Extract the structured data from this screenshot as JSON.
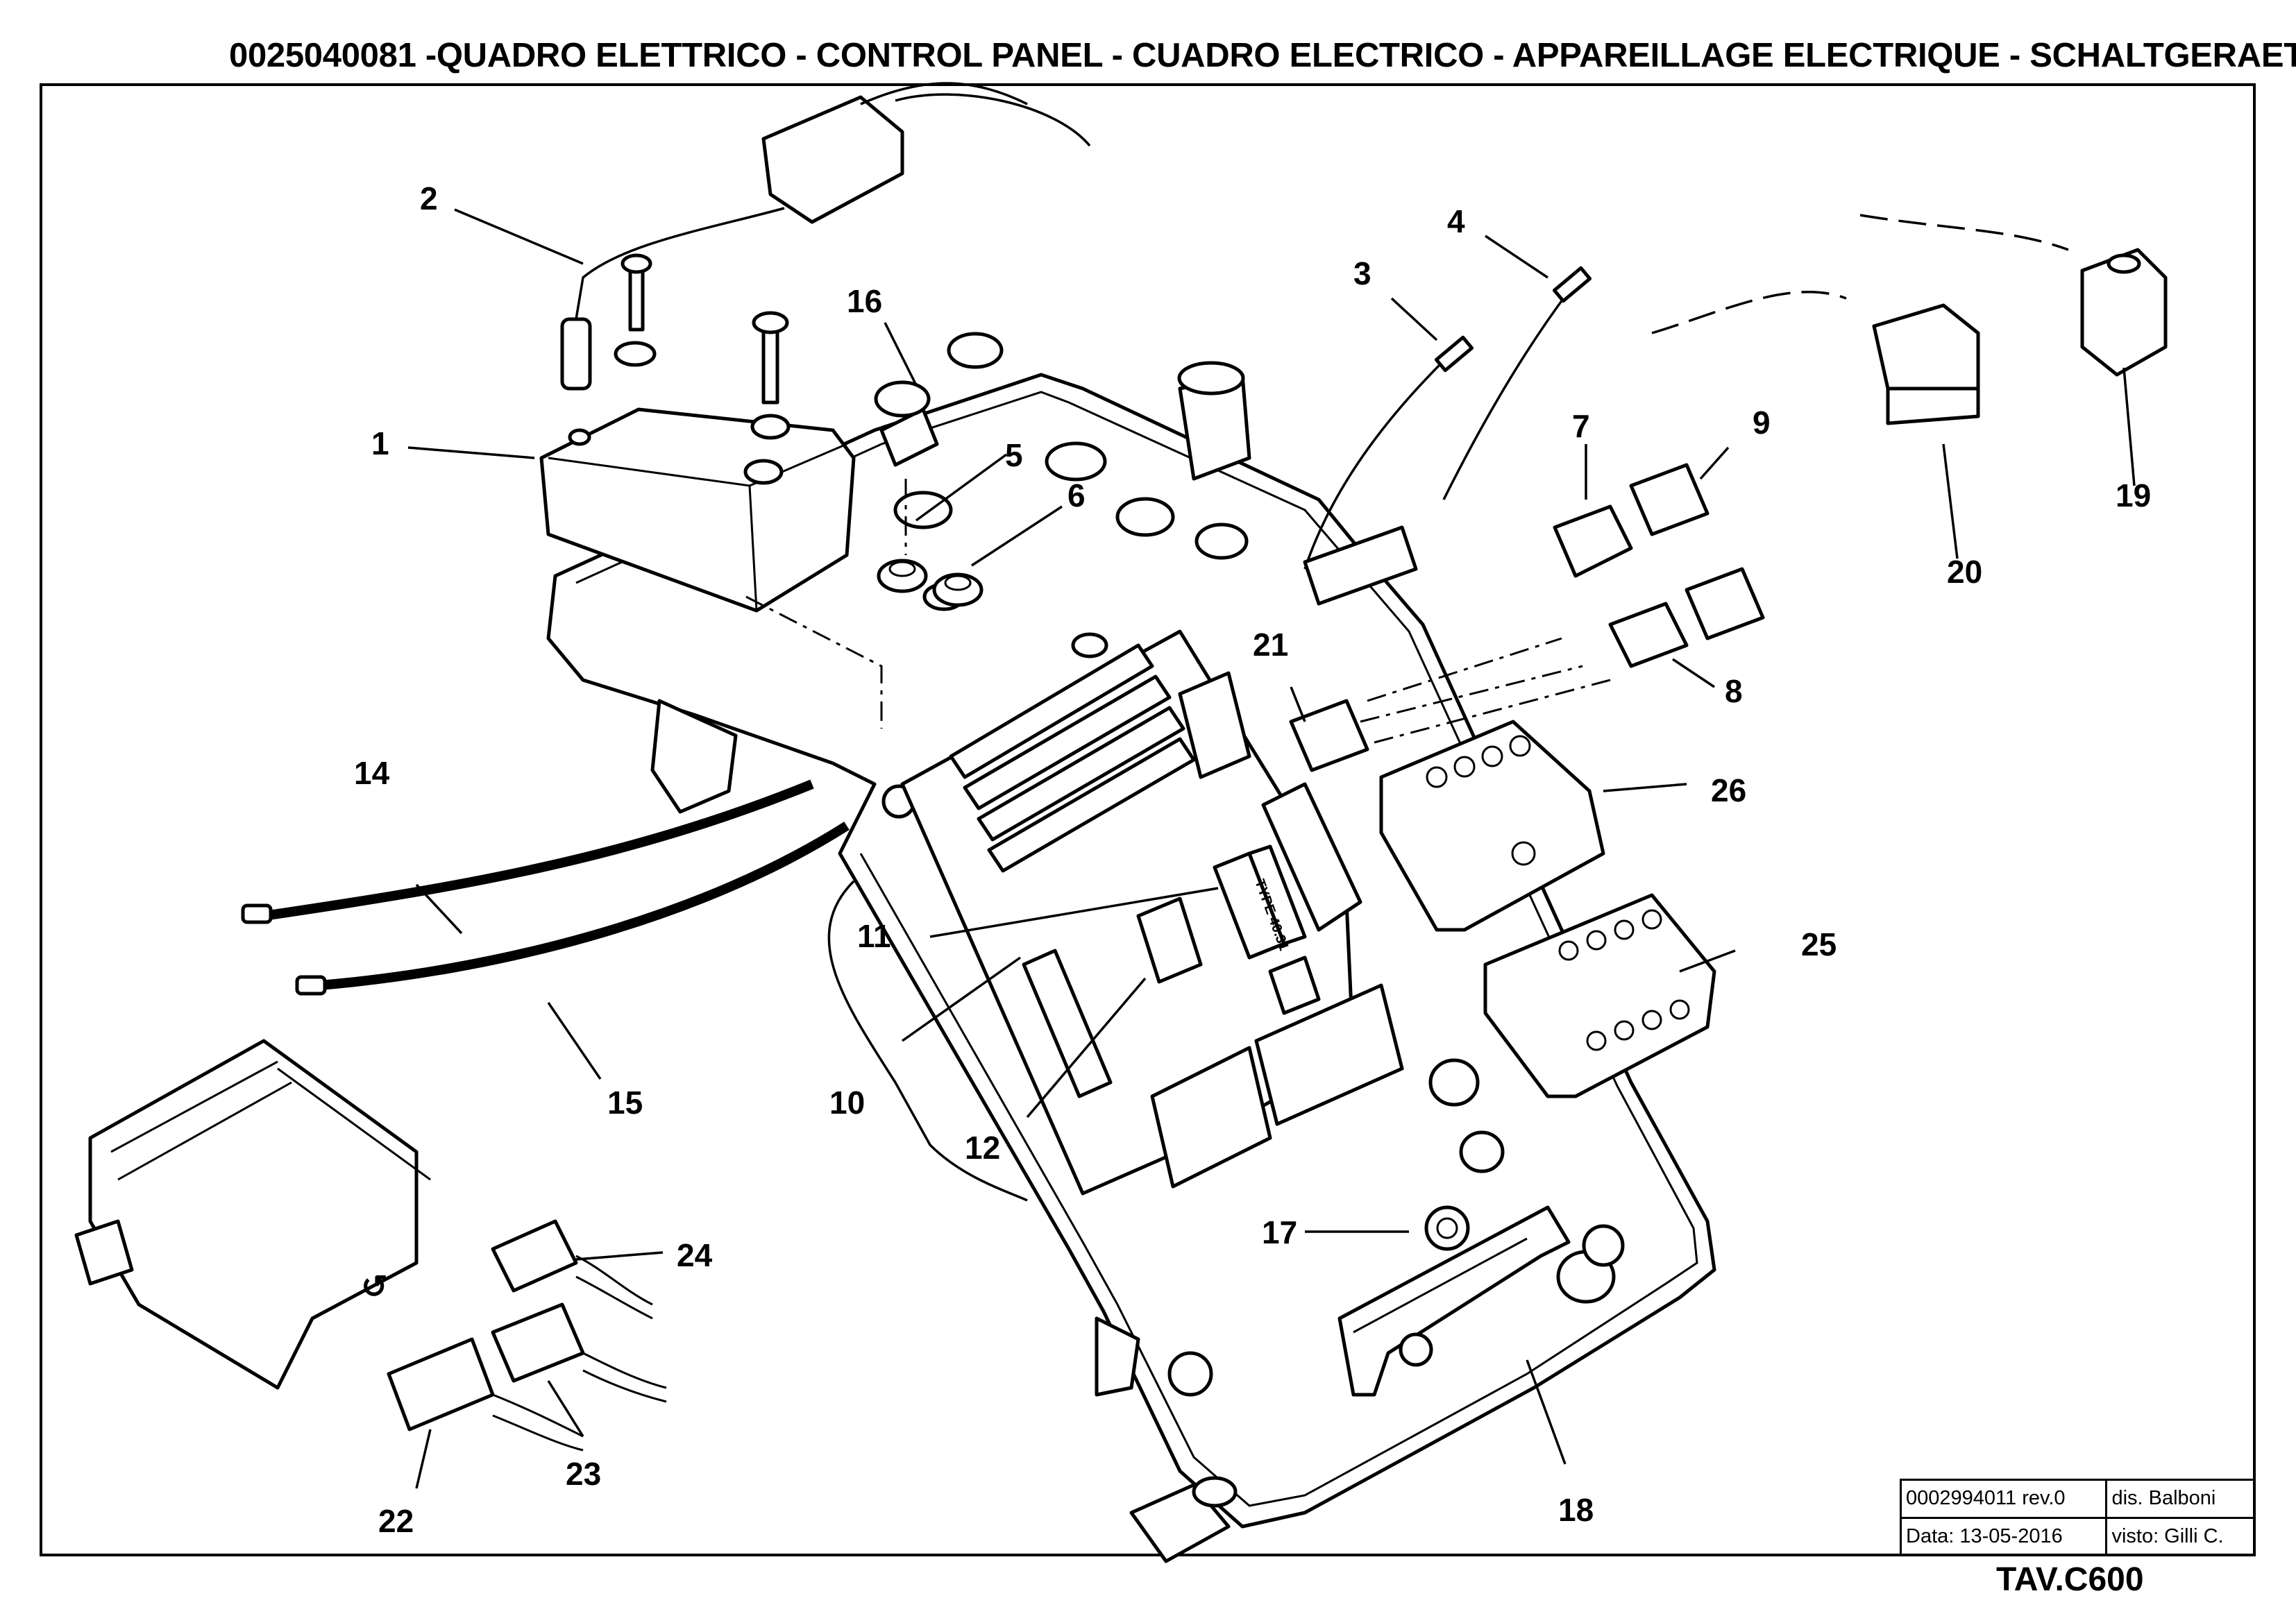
{
  "header": {
    "title": "0025040081 -QUADRO ELETTRICO - CONTROL PANEL - CUADRO ELECTRICO - APPAREILLAGE ELECTRIQUE - SCHALTGERAETE"
  },
  "diagram": {
    "callouts": [
      {
        "id": "c1",
        "label": "1"
      },
      {
        "id": "c2",
        "label": "2"
      },
      {
        "id": "c3",
        "label": "3"
      },
      {
        "id": "c4",
        "label": "4"
      },
      {
        "id": "c5",
        "label": "5"
      },
      {
        "id": "c6",
        "label": "6"
      },
      {
        "id": "c7",
        "label": "7"
      },
      {
        "id": "c8",
        "label": "8"
      },
      {
        "id": "c9",
        "label": "9"
      },
      {
        "id": "c10",
        "label": "10"
      },
      {
        "id": "c11",
        "label": "11"
      },
      {
        "id": "c12",
        "label": "12"
      },
      {
        "id": "c14",
        "label": "14"
      },
      {
        "id": "c15",
        "label": "15"
      },
      {
        "id": "c16",
        "label": "16"
      },
      {
        "id": "c17",
        "label": "17"
      },
      {
        "id": "c18",
        "label": "18"
      },
      {
        "id": "c19",
        "label": "19"
      },
      {
        "id": "c20",
        "label": "20"
      },
      {
        "id": "c21",
        "label": "21"
      },
      {
        "id": "c22",
        "label": "22"
      },
      {
        "id": "c23",
        "label": "23"
      },
      {
        "id": "c24",
        "label": "24"
      },
      {
        "id": "c25",
        "label": "25"
      },
      {
        "id": "c26",
        "label": "26"
      }
    ],
    "relay_marking": "TYPE 40.31"
  },
  "title_block": {
    "drawing_number": "0002994011 rev.0",
    "drawn_by": "dis. Balboni",
    "date": "Data: 13-05-2016",
    "checked_by": "visto: Gilli C.",
    "table_code": "TAV.C600"
  }
}
